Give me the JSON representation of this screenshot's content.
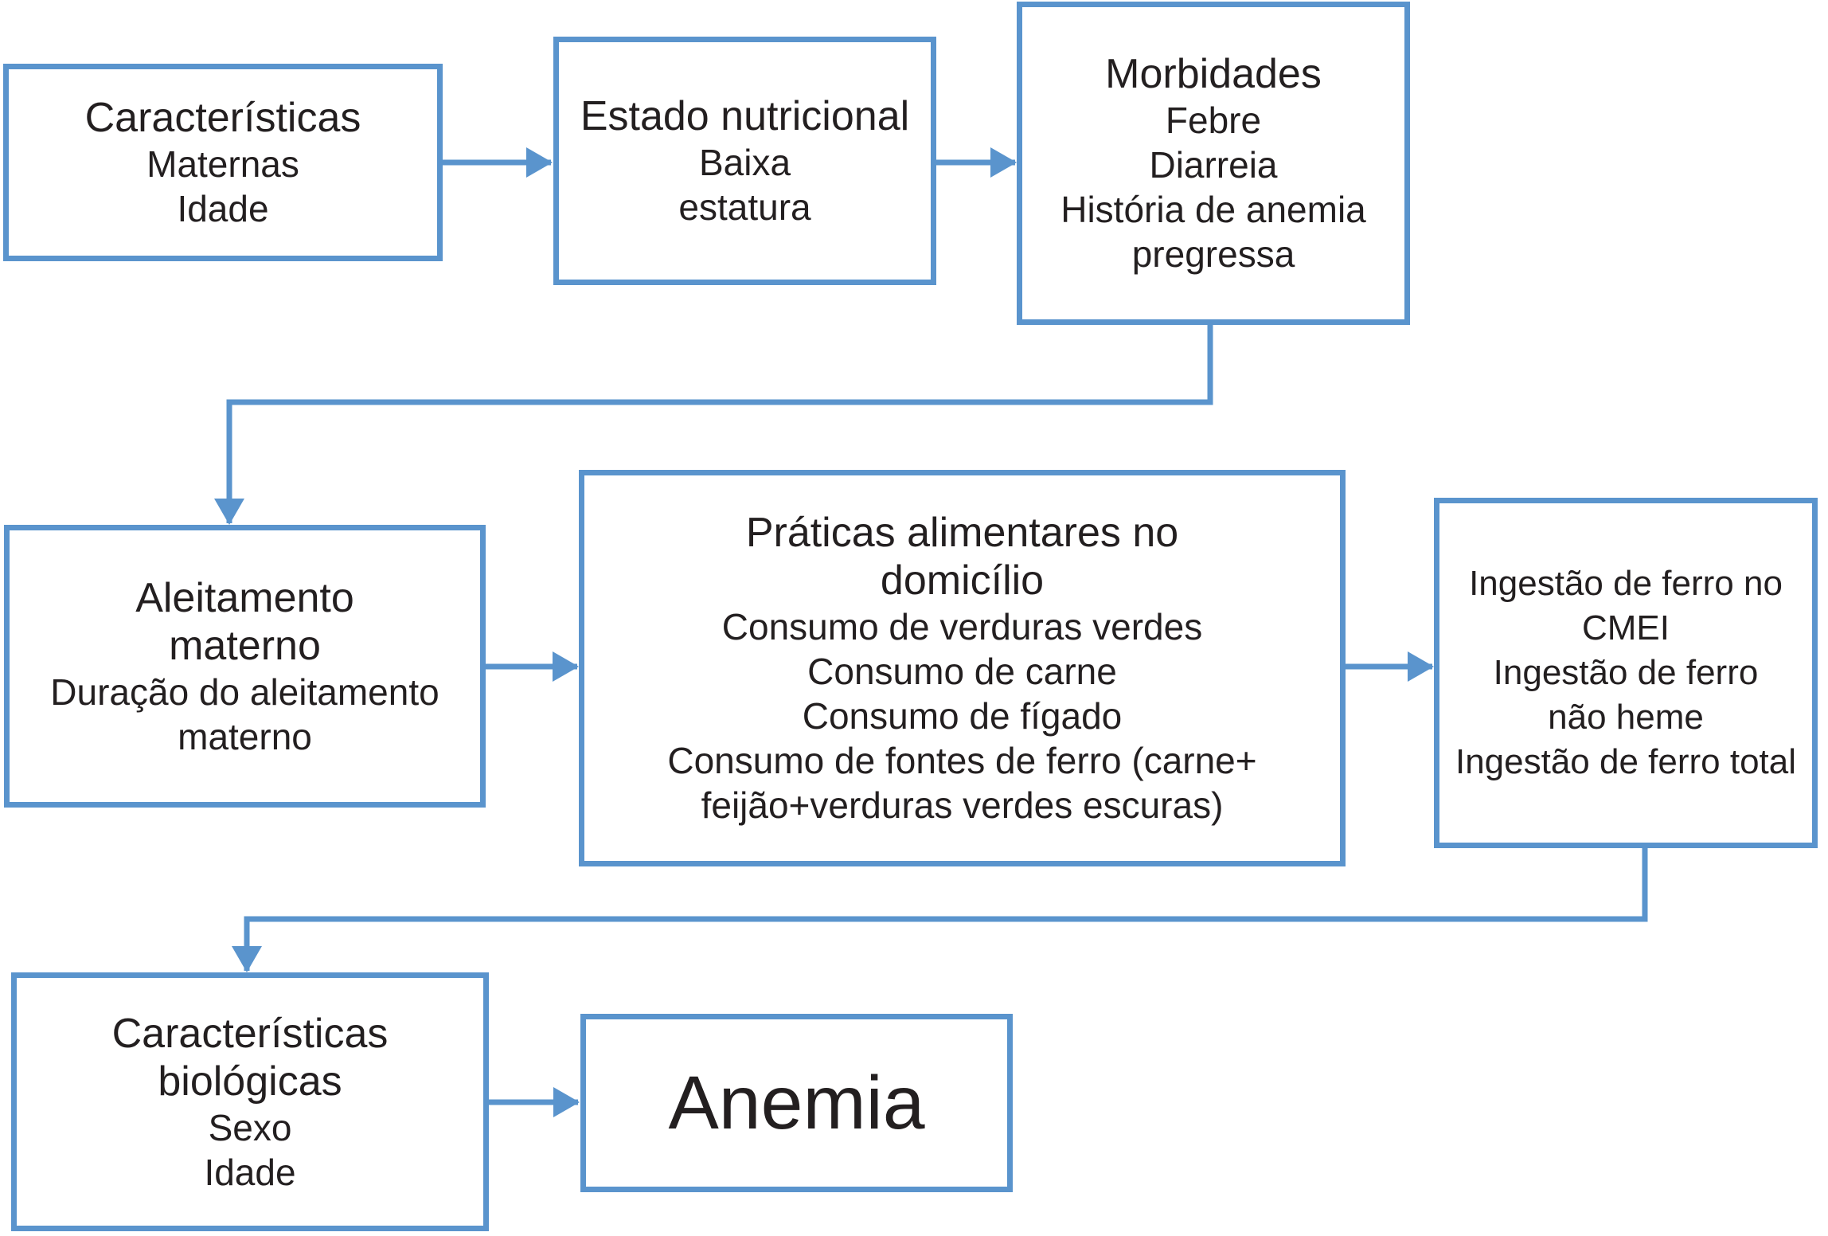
{
  "diagram": {
    "description_language": "pt-BR",
    "nodes": {
      "maternal_characteristics": {
        "lines": [
          {
            "text": "Características",
            "style": "title"
          },
          {
            "text": "Maternas",
            "style": "body"
          },
          {
            "text": "Idade",
            "style": "body"
          }
        ]
      },
      "nutritional_status": {
        "lines": [
          {
            "text": "Estado nutricional",
            "style": "title"
          },
          {
            "text": "Baixa",
            "style": "body"
          },
          {
            "text": "estatura",
            "style": "body"
          }
        ]
      },
      "morbidities": {
        "lines": [
          {
            "text": "Morbidades",
            "style": "title"
          },
          {
            "text": "Febre",
            "style": "body"
          },
          {
            "text": "Diarreia",
            "style": "body"
          },
          {
            "text": "História de anemia",
            "style": "body"
          },
          {
            "text": "pregressa",
            "style": "body"
          }
        ]
      },
      "breastfeeding": {
        "lines": [
          {
            "text": "Aleitamento",
            "style": "title"
          },
          {
            "text": "materno",
            "style": "title"
          },
          {
            "text": "Duração do aleitamento",
            "style": "body"
          },
          {
            "text": "materno",
            "style": "body"
          }
        ]
      },
      "home_feeding_practices": {
        "lines": [
          {
            "text": "Práticas alimentares no",
            "style": "title"
          },
          {
            "text": "domicílio",
            "style": "title"
          },
          {
            "text": "Consumo de verduras verdes",
            "style": "body"
          },
          {
            "text": "Consumo de carne",
            "style": "body"
          },
          {
            "text": "Consumo de fígado",
            "style": "body"
          },
          {
            "text": "Consumo de fontes de ferro (carne+",
            "style": "body"
          },
          {
            "text": "feijão+verduras verdes escuras)",
            "style": "body"
          }
        ]
      },
      "iron_intake_cmei": {
        "lines": [
          {
            "text": "Ingestão de ferro no",
            "style": "body"
          },
          {
            "text": "CMEI",
            "style": "body"
          },
          {
            "text": "Ingestão de ferro",
            "style": "body"
          },
          {
            "text": "não heme",
            "style": "body"
          },
          {
            "text": "Ingestão de ferro total",
            "style": "body"
          }
        ]
      },
      "biological_characteristics": {
        "lines": [
          {
            "text": "Características",
            "style": "title"
          },
          {
            "text": "biológicas",
            "style": "title"
          },
          {
            "text": "Sexo",
            "style": "body"
          },
          {
            "text": "Idade",
            "style": "body"
          }
        ]
      },
      "anemia": {
        "lines": [
          {
            "text": "Anemia",
            "style": "emphasis"
          }
        ]
      }
    },
    "connections": [
      {
        "from": "maternal_characteristics",
        "to": "nutritional_status",
        "shape": "straight-arrow"
      },
      {
        "from": "nutritional_status",
        "to": "morbidities",
        "shape": "straight-arrow"
      },
      {
        "from": "morbidities",
        "to": "breastfeeding",
        "shape": "elbow-arrow"
      },
      {
        "from": "breastfeeding",
        "to": "home_feeding_practices",
        "shape": "straight-arrow"
      },
      {
        "from": "home_feeding_practices",
        "to": "iron_intake_cmei",
        "shape": "straight-arrow"
      },
      {
        "from": "iron_intake_cmei",
        "to": "biological_characteristics",
        "shape": "elbow-arrow"
      },
      {
        "from": "biological_characteristics",
        "to": "anemia",
        "shape": "straight-arrow"
      }
    ],
    "colors": {
      "line_blue": "#5a94cd",
      "text": "#231f20",
      "background": "#ffffff"
    }
  }
}
